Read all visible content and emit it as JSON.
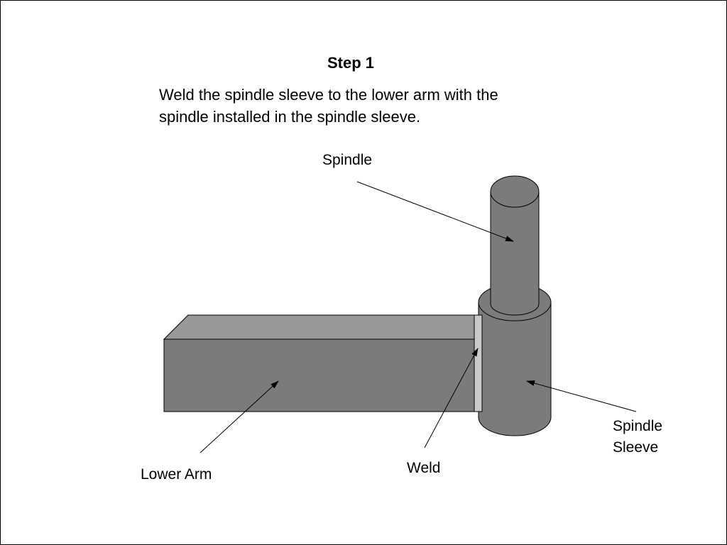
{
  "step": {
    "title": "Step 1",
    "instruction_line1": "Weld the spindle sleeve to the lower arm with the",
    "instruction_line2": "spindle installed in the spindle sleeve."
  },
  "labels": {
    "spindle": "Spindle",
    "spindle_sleeve_line1": "Spindle",
    "spindle_sleeve_line2": "Sleeve",
    "weld": "Weld",
    "lower_arm": "Lower Arm"
  },
  "colors": {
    "part_dark": "#7b7b7b",
    "part_top": "#989898",
    "weld": "#c9c9c9",
    "outline": "#000000",
    "background": "#ffffff"
  }
}
